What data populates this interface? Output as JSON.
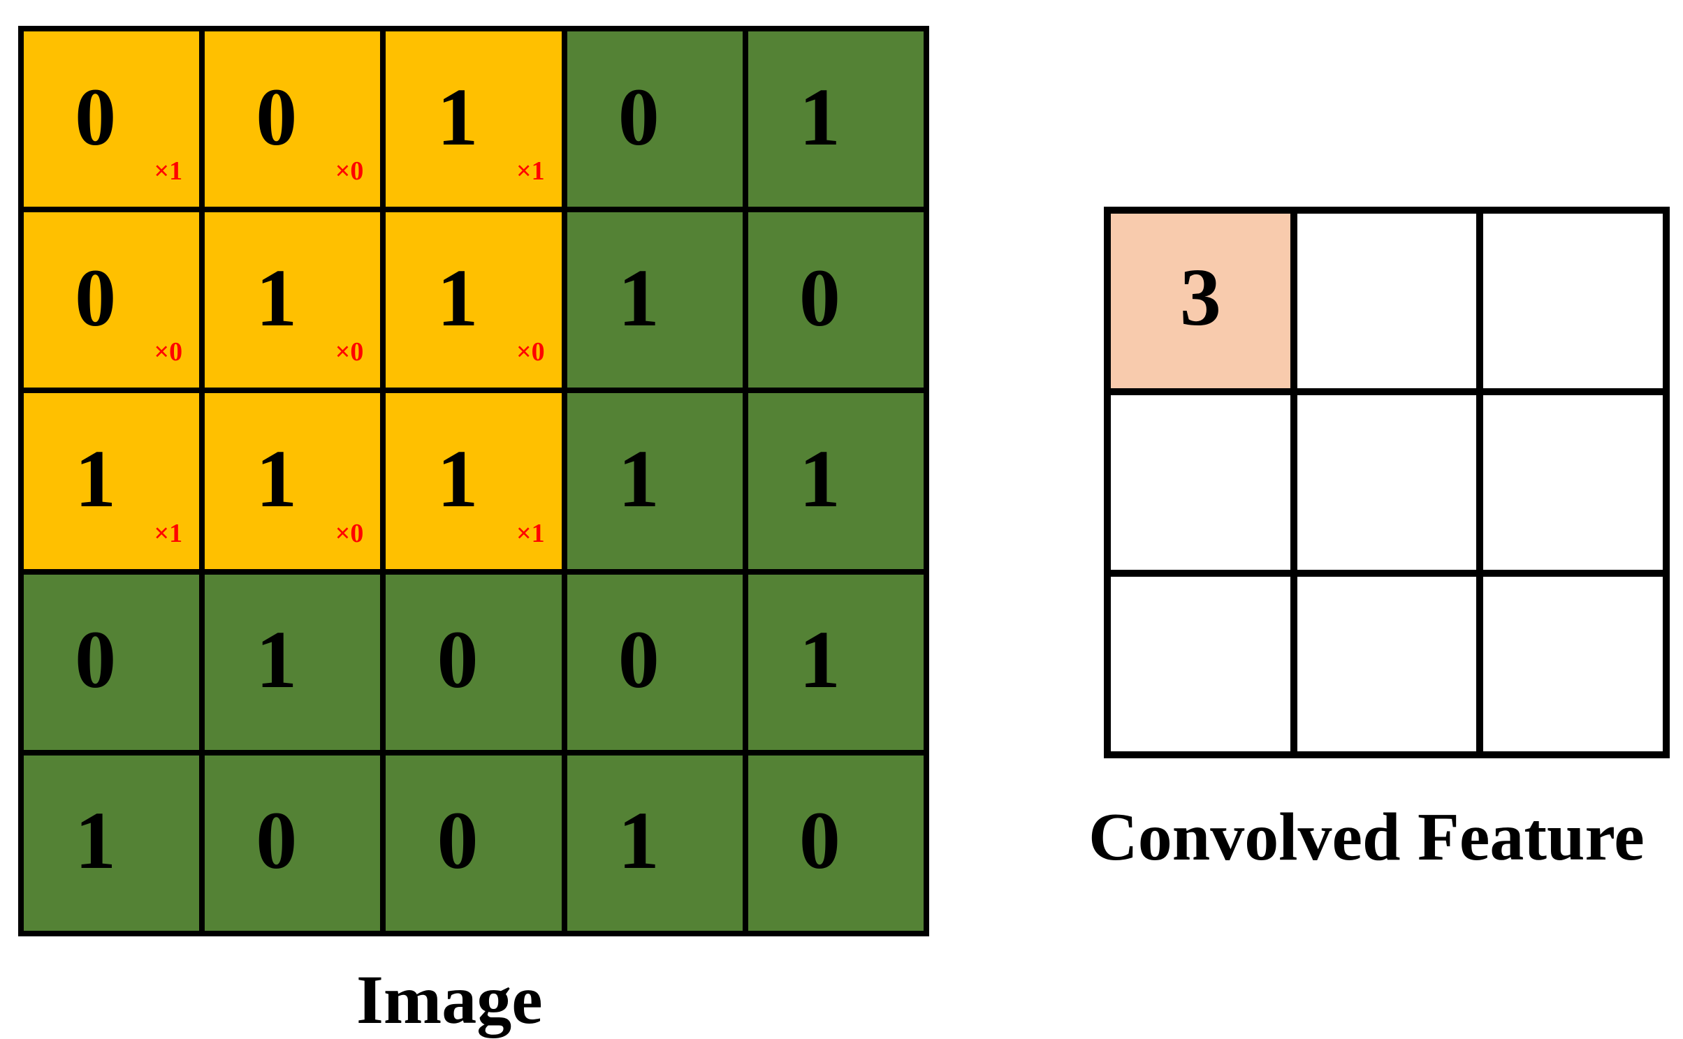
{
  "colors": {
    "kernel_window": "#FFC000",
    "image_background": "#548235",
    "highlighted_output": "#F8CBAD",
    "multiplier_text": "#FF0000",
    "grid_lines": "#000000"
  },
  "image": {
    "label": "Image",
    "values": [
      [
        "0",
        "0",
        "1",
        "0",
        "1"
      ],
      [
        "0",
        "1",
        "1",
        "1",
        "0"
      ],
      [
        "1",
        "1",
        "1",
        "1",
        "1"
      ],
      [
        "0",
        "1",
        "0",
        "0",
        "1"
      ],
      [
        "1",
        "0",
        "0",
        "1",
        "0"
      ]
    ],
    "kernel_multipliers": [
      [
        "×1",
        "×0",
        "×1"
      ],
      [
        "×0",
        "×0",
        "×0"
      ],
      [
        "×1",
        "×0",
        "×1"
      ]
    ]
  },
  "convolved_feature": {
    "label": "Convolved Feature",
    "values": [
      [
        "3",
        "",
        ""
      ],
      [
        "",
        "",
        ""
      ],
      [
        "",
        "",
        ""
      ]
    ]
  }
}
